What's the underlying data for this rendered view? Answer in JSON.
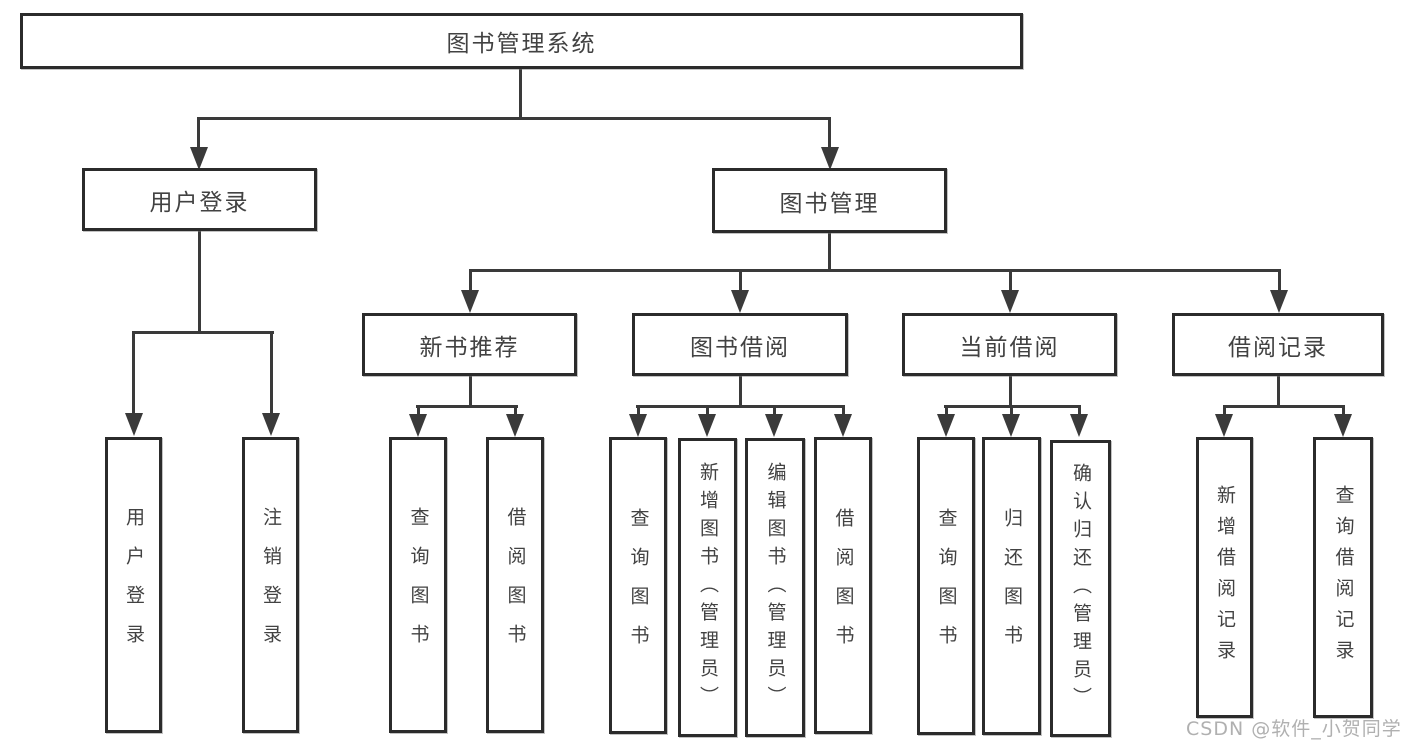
{
  "tree": {
    "label": "图书管理系统",
    "children": [
      {
        "label": "用户登录",
        "children": [
          {
            "label": "用户登录"
          },
          {
            "label": "注销登录"
          }
        ]
      },
      {
        "label": "图书管理",
        "children": [
          {
            "label": "新书推荐",
            "children": [
              {
                "label": "查询图书"
              },
              {
                "label": "借阅图书"
              }
            ]
          },
          {
            "label": "图书借阅",
            "children": [
              {
                "label": "查询图书"
              },
              {
                "label": "新增图书（管理员）"
              },
              {
                "label": "编辑图书（管理员）"
              },
              {
                "label": "借阅图书"
              }
            ]
          },
          {
            "label": "当前借阅",
            "children": [
              {
                "label": "查询图书"
              },
              {
                "label": "归还图书"
              },
              {
                "label": "确认归还（管理员）"
              }
            ]
          },
          {
            "label": "借阅记录",
            "children": [
              {
                "label": "新增借阅记录"
              },
              {
                "label": "查询借阅记录"
              }
            ]
          }
        ]
      }
    ]
  },
  "watermark": {
    "text": "CSDN @软件_小贺同学"
  },
  "colors": {
    "line": "#3a3a3a",
    "box_border": "#2b2b2b",
    "text": "#424242",
    "watermark": "#b0b0b0",
    "background": "#ffffff"
  }
}
